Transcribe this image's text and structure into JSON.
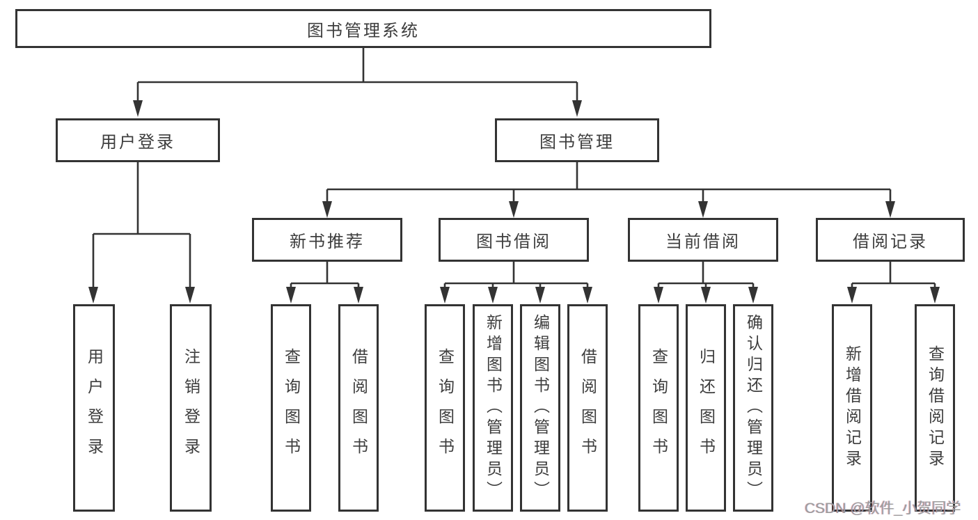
{
  "diagram": {
    "tree": {
      "label": "图书管理系统",
      "children": [
        {
          "label": "用户登录",
          "children": [
            {
              "label": "用户登录"
            },
            {
              "label": "注销登录"
            }
          ]
        },
        {
          "label": "图书管理",
          "children": [
            {
              "label": "新书推荐",
              "children": [
                {
                  "label": "查询图书"
                },
                {
                  "label": "借阅图书"
                }
              ]
            },
            {
              "label": "图书借阅",
              "children": [
                {
                  "label": "查询图书"
                },
                {
                  "label": "新增图书（管理员）"
                },
                {
                  "label": "编辑图书（管理员）"
                },
                {
                  "label": "借阅图书"
                }
              ]
            },
            {
              "label": "当前借阅",
              "children": [
                {
                  "label": "查询图书"
                },
                {
                  "label": "归还图书"
                },
                {
                  "label": "确认归还（管理员）"
                }
              ]
            },
            {
              "label": "借阅记录",
              "children": [
                {
                  "label": "新增借阅记录"
                },
                {
                  "label": "查询借阅记录"
                }
              ]
            }
          ]
        }
      ]
    },
    "colors": {
      "line": "#333333",
      "box_border": "#333333",
      "box_fill": "#ffffff",
      "text": "#3d3d3d",
      "watermark": "#9c9c9c"
    },
    "watermark": {
      "text": "CSDN @软件_小贺同学"
    }
  }
}
